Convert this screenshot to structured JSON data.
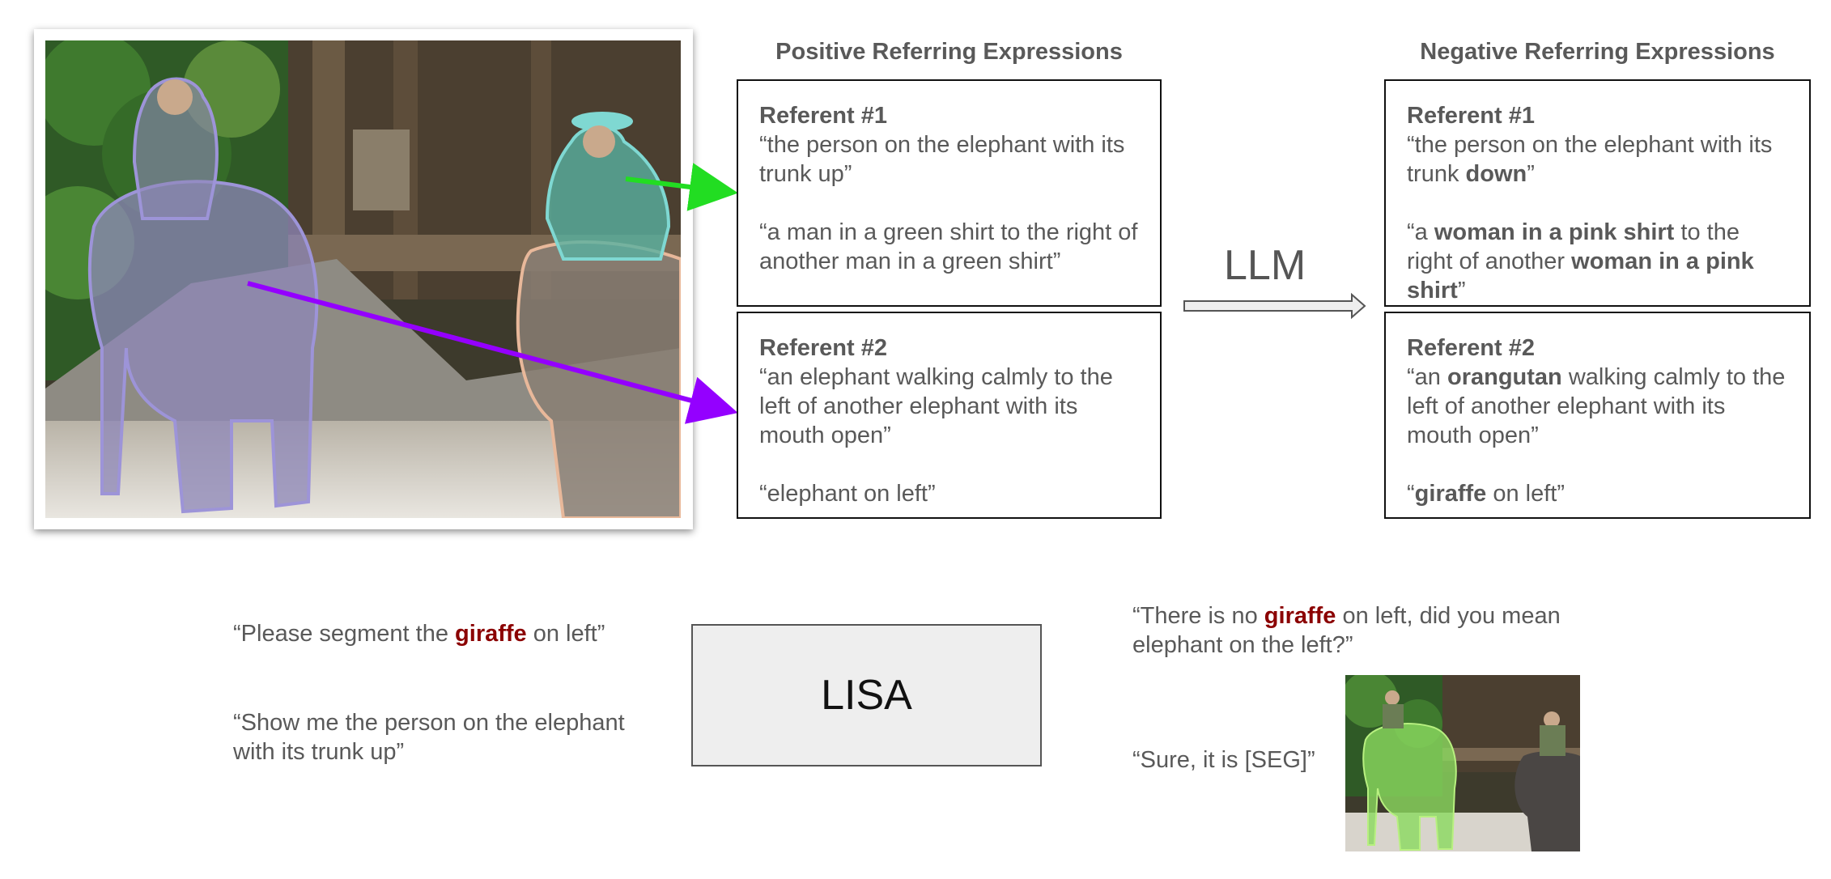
{
  "headers": {
    "positive": "Positive Referring Expressions",
    "negative": "Negative Referring Expressions"
  },
  "positive": {
    "ref1": {
      "title": "Referent #1",
      "expr1": "“the person on the elephant with its trunk up”",
      "expr2": "“a man in a green shirt to the right of another man in a green shirt”"
    },
    "ref2": {
      "title": "Referent #2",
      "expr1": "“an elephant walking calmly to the left of another elephant with its mouth open”",
      "expr2": "“elephant on left”"
    }
  },
  "negative": {
    "ref1": {
      "title": "Referent #1",
      "e1a": "“the person on the elephant with its trunk ",
      "e1b": "down",
      "e1c": "”",
      "e2a": "“a ",
      "e2b": "woman in a pink shirt",
      "e2c": " to the right of another ",
      "e2d": "woman in a pink shirt",
      "e2e": "”"
    },
    "ref2": {
      "title": "Referent #2",
      "e1a": "“an ",
      "e1b": "orangutan",
      "e1c": " walking calmly to the left of another elephant with its mouth open”",
      "e2a": "“",
      "e2b": "giraffe",
      "e2c": " on left”"
    }
  },
  "llm_label": "LLM",
  "lisa_label": "LISA",
  "queries": {
    "q1a": "“Please segment the ",
    "q1b": "giraffe",
    "q1c": " on left”",
    "q2": "“Show me the person on the elephant with its trunk up”"
  },
  "responses": {
    "r1a": "“There is no ",
    "r1b": "giraffe",
    "r1c": " on left, did you mean elephant on the left?”",
    "r2": "“Sure, it is [SEG]”"
  },
  "colors": {
    "arrow_green": "#22dd22",
    "arrow_purple": "#9400ff",
    "highlight_red": "#8b0000"
  }
}
